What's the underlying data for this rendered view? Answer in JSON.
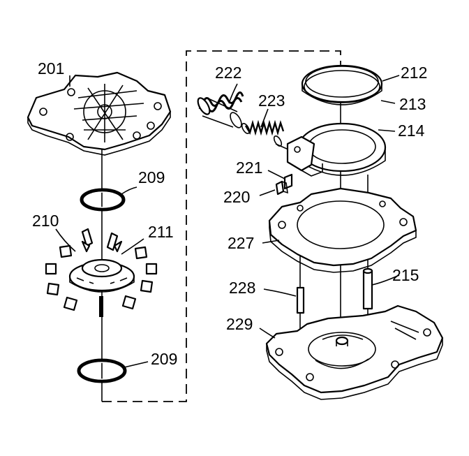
{
  "labels": {
    "l201": "201",
    "l209a": "209",
    "l209b": "209",
    "l210": "210",
    "l211": "211",
    "l212": "212",
    "l213": "213",
    "l214": "214",
    "l215": "215",
    "l220": "220",
    "l221": "221",
    "l222": "222",
    "l223": "223",
    "l227": "227",
    "l228": "228",
    "l229": "229"
  }
}
